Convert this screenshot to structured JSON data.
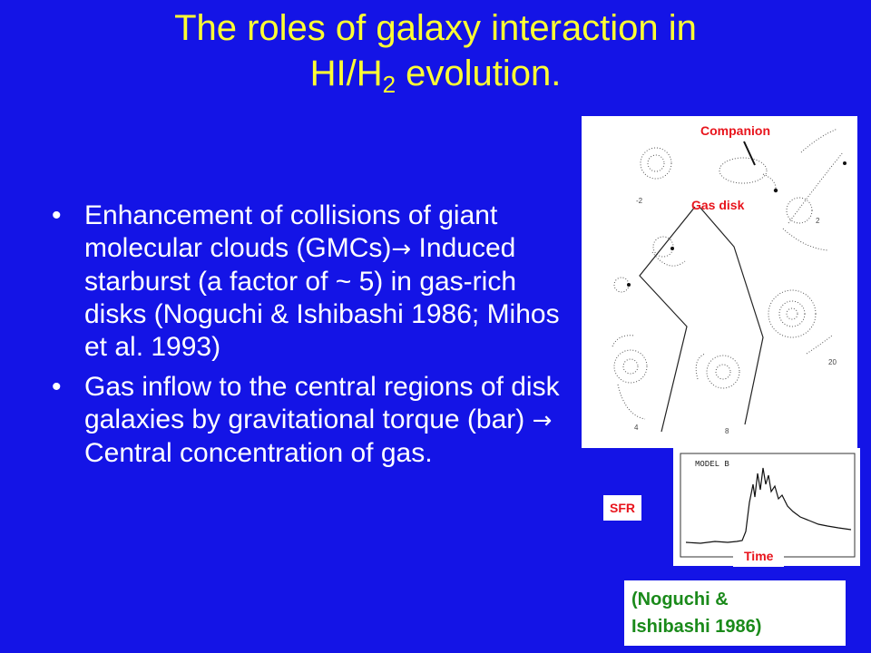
{
  "title": {
    "line1": "The  roles of galaxy interaction in",
    "line2_main": "HI/H",
    "line2_sub": "2",
    "line2_rest": " evolution."
  },
  "bullets": [
    {
      "marker": "•",
      "text_before_arrow": "Enhancement of collisions of giant molecular clouds (GMCs)",
      "arrow": "→",
      "text_after_arrow": " Induced starburst (a factor of ~ 5) in gas-rich disks (Noguchi & Ishibashi 1986; Mihos et al. 1993)"
    },
    {
      "marker": "•",
      "text_before_arrow": "Gas inflow to the central regions of disk galaxies by gravitational torque (bar) ",
      "arrow": "→",
      "text_after_arrow": " Central concentration of gas."
    }
  ],
  "figure": {
    "companion_label": "Companion",
    "gas_disk_label": "Gas disk",
    "panel_numbers": [
      "-2",
      "2",
      "4",
      "8",
      "20"
    ]
  },
  "sfr_plot": {
    "model_label": "MODEL B",
    "y_label": "SFR",
    "x_label": "Time"
  },
  "citation": {
    "line1": "(Noguchi &",
    "line2": "Ishibashi 1986)"
  },
  "colors": {
    "background": "#1414e6",
    "title": "#ffff33",
    "body_text": "#ffffff",
    "figure_labels": "#e8141c",
    "citation": "#1a8a1a"
  }
}
